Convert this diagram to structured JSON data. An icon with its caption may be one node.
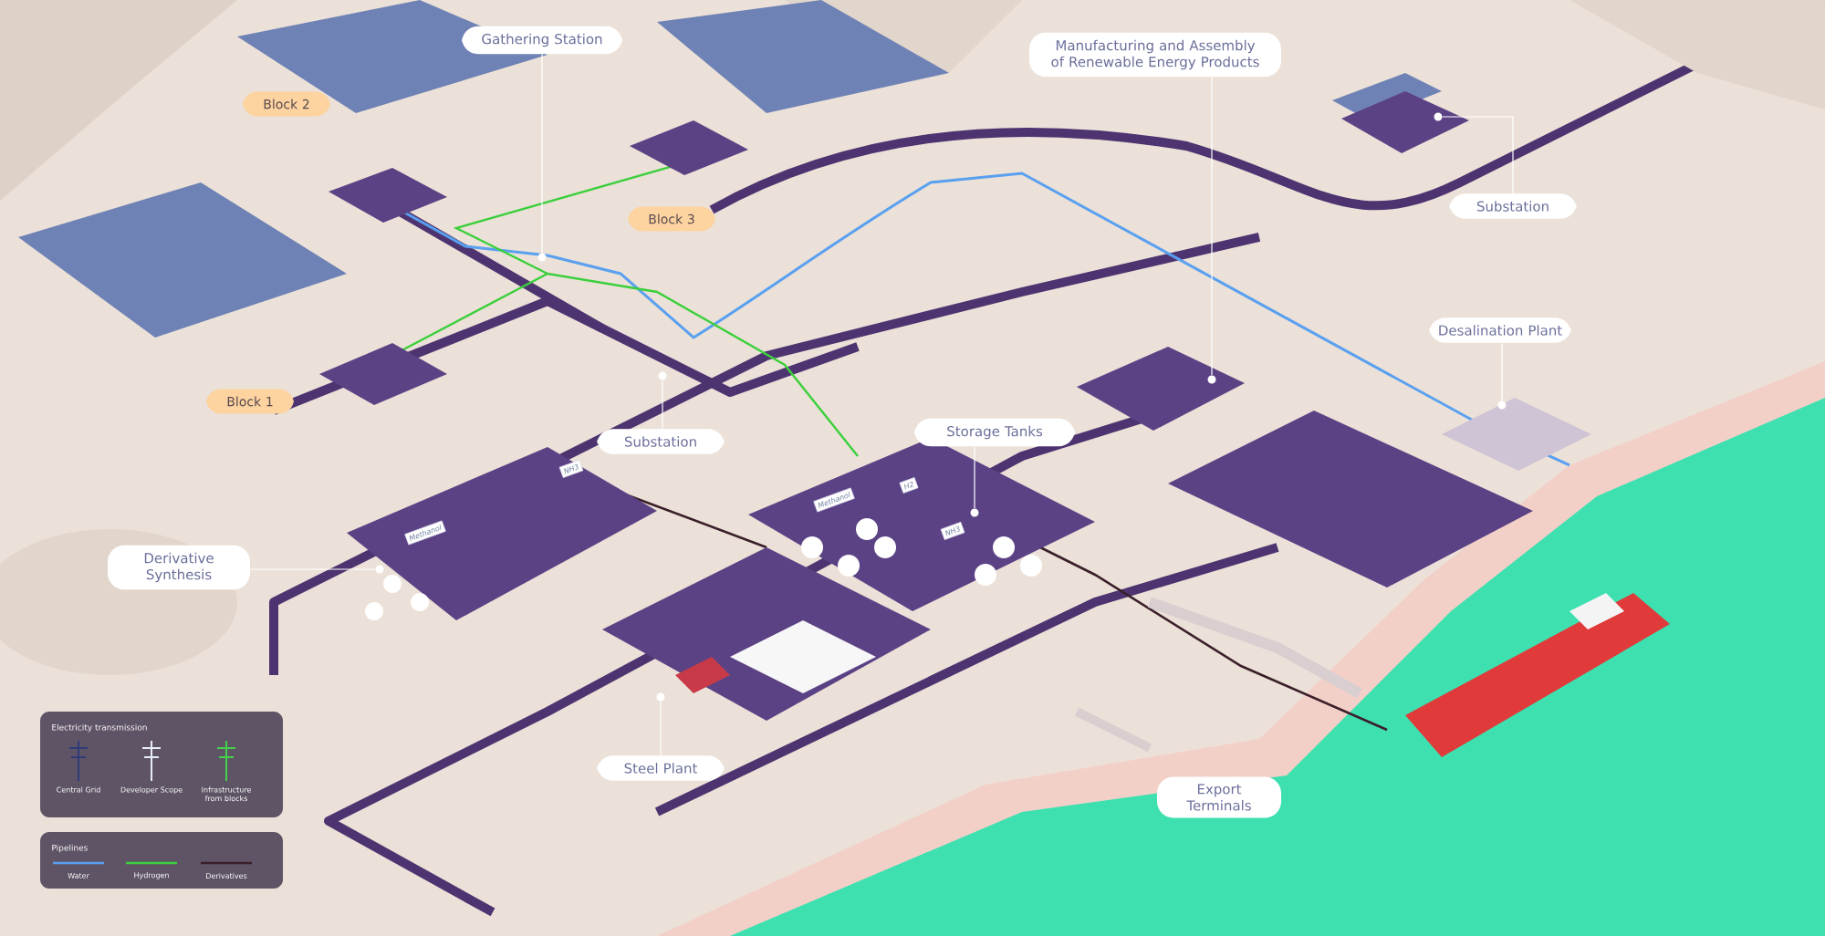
{
  "diagram": {
    "nodes": [
      {
        "text": [
          "Gathering Station"
        ]
      },
      {
        "text": [],
        "shape": "circle"
      },
      {
        "text": [
          "Block 2"
        ]
      },
      {
        "text": [
          "Block 3"
        ]
      },
      {
        "text": [
          "Block 1"
        ]
      },
      {
        "text": [
          "Manufacturing and Assembly of Renewable Energy Products"
        ]
      },
      {
        "text": [],
        "shape": "circle"
      },
      {
        "text": [
          "Substation"
        ]
      },
      {
        "text": [],
        "shape": "circle"
      },
      {
        "text": [
          "Desalination Plant"
        ]
      },
      {
        "text": [],
        "shape": "circle"
      },
      {
        "text": [
          "Substation"
        ]
      },
      {
        "text": [],
        "shape": "circle"
      },
      {
        "text": [
          "Storage Tanks"
        ]
      },
      {
        "text": [],
        "shape": "circle"
      },
      {
        "text": [
          "Derivative Synthesis"
        ]
      },
      {
        "text": [],
        "shape": "circle"
      },
      {
        "text": [
          "Steel Plant"
        ]
      },
      {
        "text": [],
        "shape": "circle"
      },
      {
        "text": [
          "Export Terminals"
        ]
      }
    ],
    "edges": [
      {
        "from": 0,
        "to": 1,
        "arrow": "none"
      },
      {
        "from": 5,
        "to": 6,
        "arrow": "none"
      },
      {
        "from": 7,
        "to": 8,
        "arrow": "none"
      },
      {
        "from": 9,
        "to": 10,
        "arrow": "none"
      },
      {
        "from": 11,
        "to": 12,
        "arrow": "none"
      },
      {
        "from": 13,
        "to": 14,
        "arrow": "none"
      },
      {
        "from": 15,
        "to": 16,
        "arrow": "none"
      },
      {
        "from": 17,
        "to": 18,
        "arrow": "none"
      }
    ],
    "labels": [
      "NH3",
      "Methanol",
      "H2",
      "Methanol",
      "NH3",
      "Electricity transmission",
      "Pipelines"
    ],
    "legend": [
      {
        "text": "Central Grid"
      },
      {
        "text": "Developer Scope"
      },
      {
        "text": "Infrastructure from blocks"
      },
      {
        "text": "Water"
      },
      {
        "text": "Hydrogen"
      },
      {
        "text": "Derivatives"
      }
    ]
  }
}
